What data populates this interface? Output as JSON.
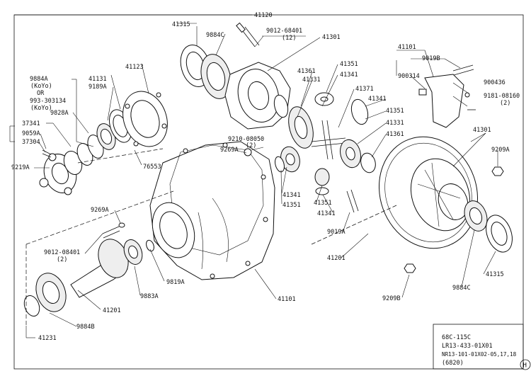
{
  "labels": {
    "l41120": "41120",
    "l41315_top": "41315",
    "l9884C_top": "9884C",
    "l9012_top": "9012-68401",
    "l9012_top_q": "(12)",
    "l41301_top": "41301",
    "l41101_right": "41101",
    "l9019B": "9019B",
    "l900314": "900314",
    "l900436": "900436",
    "l9181": "9181-08160",
    "l9181_q": "(2)",
    "l41351_a": "41351",
    "l41341_a": "41341",
    "l41371": "41371",
    "l41341_b": "41341",
    "l41351_b": "41351",
    "l41331_a": "41331",
    "l41361_a": "41361",
    "l41361_b": "41361",
    "l41331_b": "41331",
    "l41301_right": "41301",
    "l9209A_right": "9209A",
    "l9884A": "9884A",
    "l9884A_k": "(KoYo)",
    "l_or": "OR",
    "l993": "993-303134",
    "l993_k": "(KoYo)",
    "l41131": "41131",
    "l9189A": "9189A",
    "l41123": "41123",
    "l9828A": "9828A",
    "l37341": "37341",
    "l9059A": "9059A",
    "l37304": "37304",
    "l9219A": "9219A",
    "l76553": "76553",
    "l9210": "9210-08050",
    "l9210_q": "(2)",
    "l9269A_top": "9269A",
    "l41341_c": "41341",
    "l41351_c": "41351",
    "l41341_d": "41341",
    "l41351_d": "41351",
    "l9269A_mid": "9269A",
    "l9012_mid": "9012-08401",
    "l9012_mid_q": "(2)",
    "l9019A": "9019A",
    "l41201_right": "41201",
    "l9819A": "9819A",
    "l9883A": "9883A",
    "l41101_bottom": "41101",
    "l41201_bottom": "41201",
    "l9884B": "9884B",
    "l41231": "41231",
    "l9209B": "9209B",
    "l9884C_bottom": "9884C",
    "l41315_bottom": "41315"
  },
  "info_box": {
    "line1": "68C-115C",
    "line2": "LR13-433-01X01",
    "line3": "NR13-101-01X02-05,17,18",
    "line4": "(6820)"
  },
  "corner_badge": "H"
}
